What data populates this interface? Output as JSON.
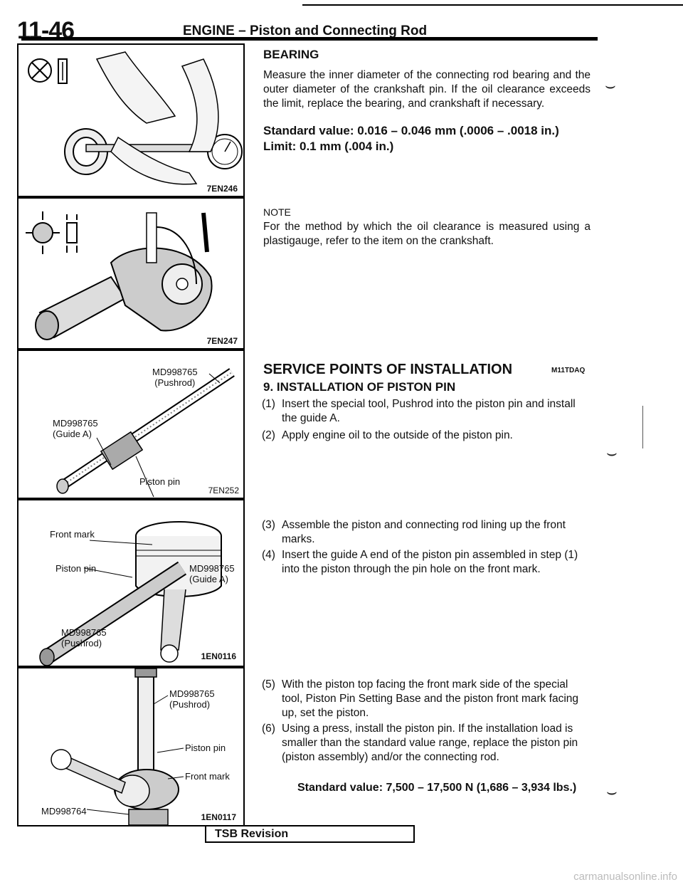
{
  "header": {
    "page_number": "11-46",
    "section_title": "ENGINE – Piston and Connecting Rod"
  },
  "figures": {
    "fig1": {
      "code": "7EN246"
    },
    "fig2": {
      "code": "7EN247"
    },
    "fig3": {
      "code": "7EN252",
      "labels": {
        "pushrod_tool": "MD998765",
        "pushrod_name": "(Pushrod)",
        "guide_tool": "MD998765",
        "guide_name": "(Guide A)",
        "piston_pin": "Piston pin"
      }
    },
    "fig4": {
      "code": "1EN0116",
      "labels": {
        "front_mark": "Front mark",
        "piston_pin": "Piston pin",
        "guide_tool": "MD998765",
        "guide_name": "(Guide A)",
        "pushrod_tool": "MD998765",
        "pushrod_name": "(Pushrod)"
      }
    },
    "fig5": {
      "code": "1EN0117",
      "labels": {
        "pushrod_tool": "MD998765",
        "pushrod_name": "(Pushrod)",
        "piston_pin": "Piston pin",
        "front_mark": "Front mark",
        "base_tool": "MD998764"
      }
    }
  },
  "bearing": {
    "heading": "BEARING",
    "body": "Measure the inner diameter of the connecting rod bearing and the outer diameter of the crankshaft pin. If the oil clearance exceeds the limit, replace the bearing, and crankshaft if necessary.",
    "standard_value": "Standard value: 0.016 – 0.046 mm (.0006 – .0018 in.)",
    "limit": "Limit: 0.1 mm (.004 in.)"
  },
  "note": {
    "heading": "NOTE",
    "body": "For the method by which the oil clearance is measured using a plastigauge, refer to the item on the crankshaft."
  },
  "service": {
    "heading": "SERVICE POINTS OF INSTALLATION",
    "code": "M11TDAQ",
    "item": "9. INSTALLATION OF PISTON PIN",
    "steps": [
      {
        "num": "(1)",
        "text": "Insert the special tool, Pushrod into the piston pin and install the guide A."
      },
      {
        "num": "(2)",
        "text": "Apply engine oil to the outside of the piston pin."
      },
      {
        "num": "(3)",
        "text": "Assemble the piston and connecting rod lining up the front marks."
      },
      {
        "num": "(4)",
        "text": "Insert the guide A end of the piston pin assembled in step (1) into the piston through the pin hole on the front mark."
      },
      {
        "num": "(5)",
        "text": "With the piston top facing the front mark side of the special tool, Piston Pin Setting Base and the piston front mark facing up, set the piston."
      },
      {
        "num": "(6)",
        "text": "Using a press, install the piston pin. If the installation load is smaller than the standard value range, replace the piston pin (piston assembly) and/or the connecting rod."
      }
    ],
    "standard_value": "Standard value: 7,500 – 17,500 N (1,686 – 3,934 lbs.)"
  },
  "tsb": {
    "label": "TSB Revision"
  },
  "footer": {
    "watermark": "carmanualsonline.info"
  }
}
